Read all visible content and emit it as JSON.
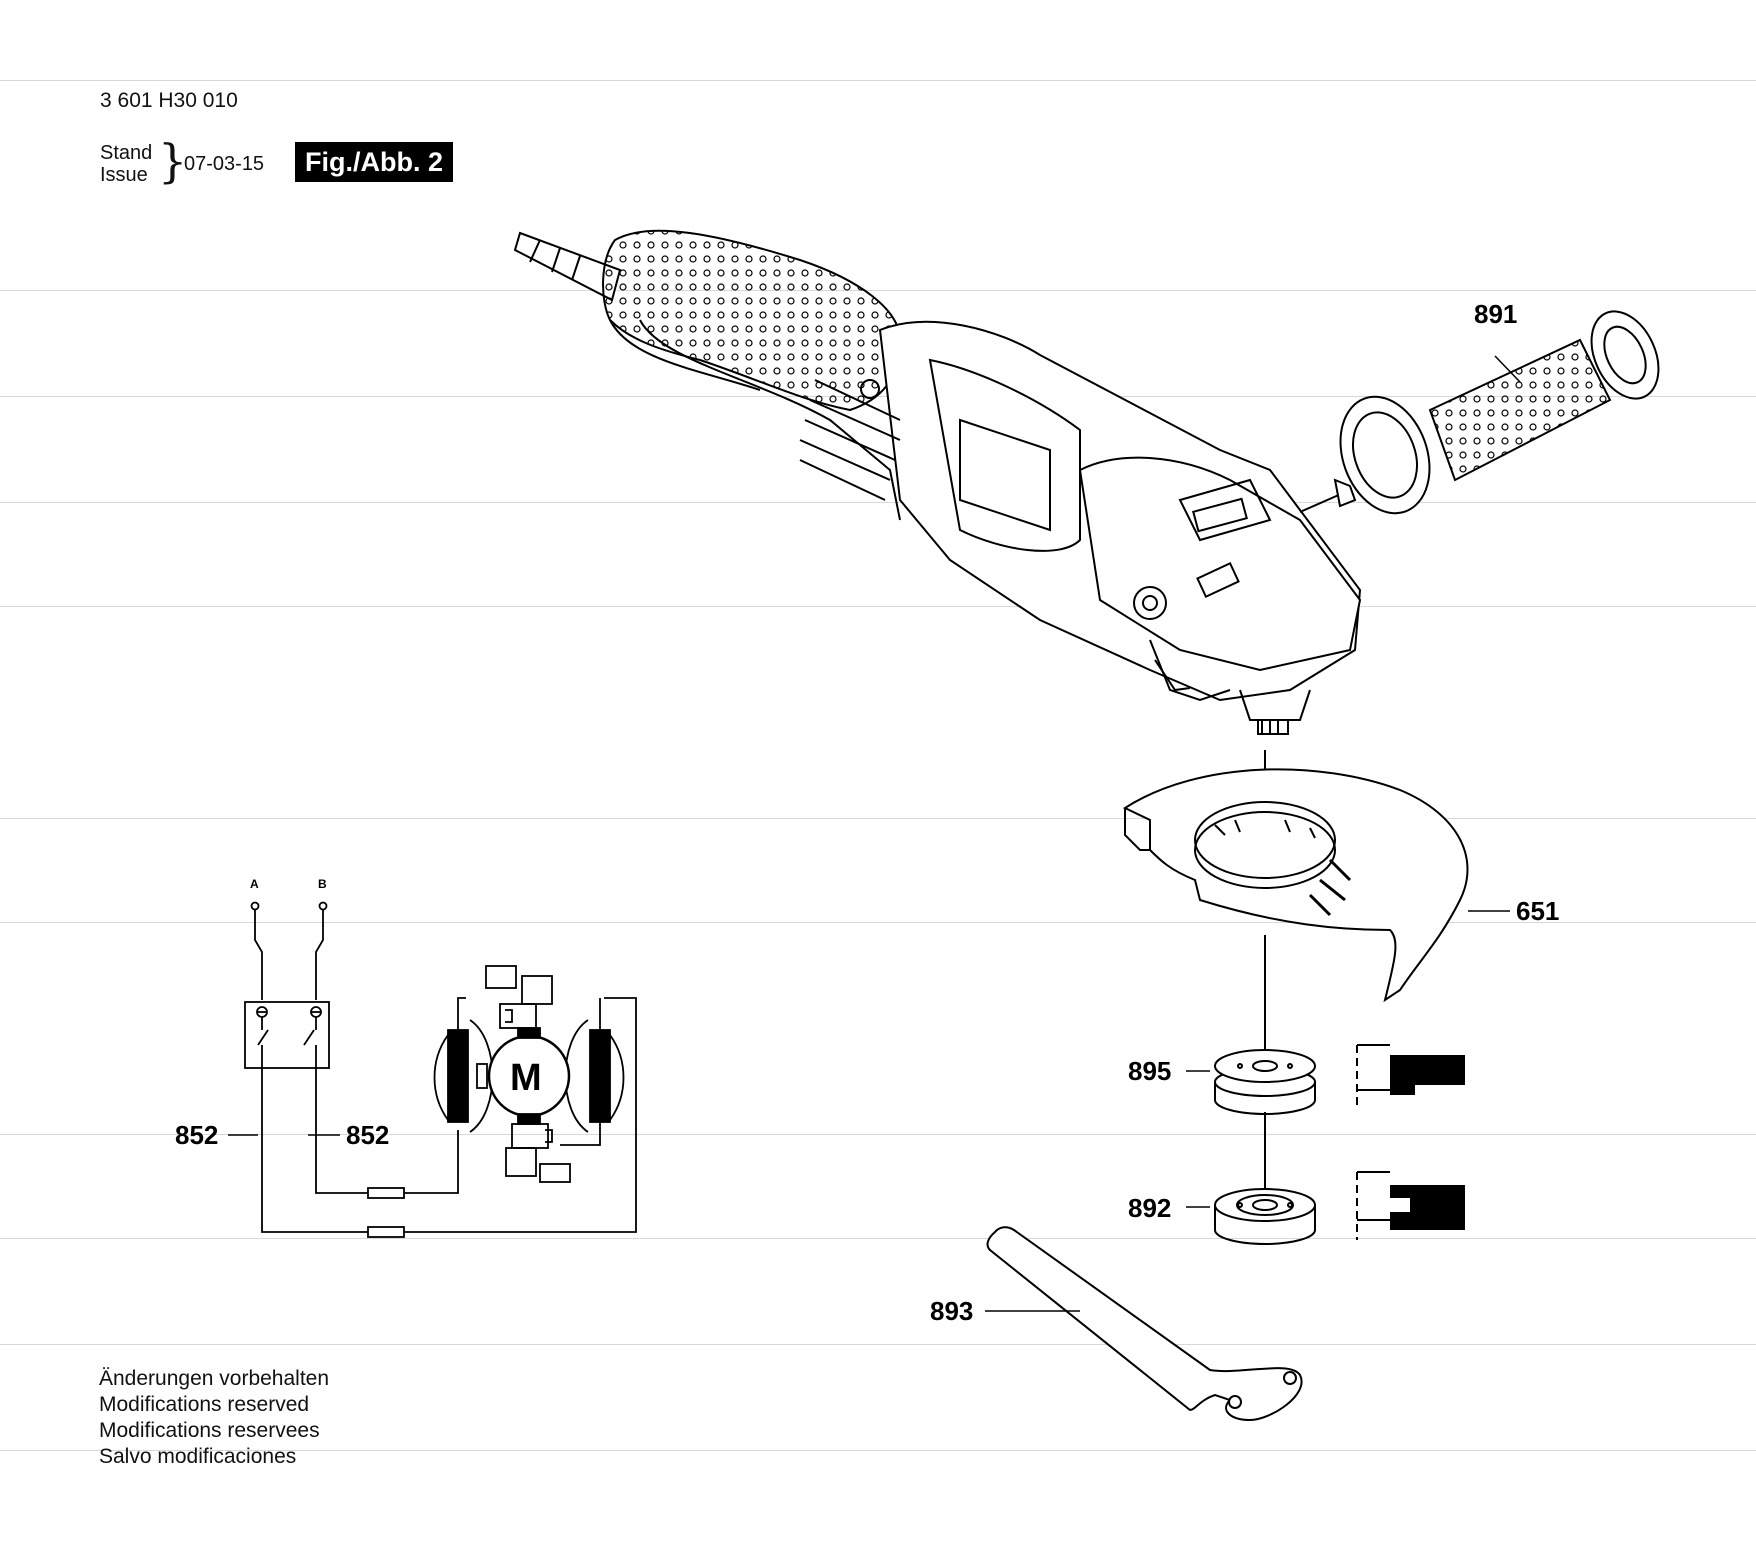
{
  "header": {
    "part_number": "3 601 H30 010",
    "stand_label": "Stand",
    "issue_label": "Issue",
    "brace": "}",
    "date": "07-03-15",
    "figure_label": "Fig./Abb. 2"
  },
  "callouts": {
    "handle": "891",
    "guard": "651",
    "flange": "895",
    "nut": "892",
    "wrench": "893",
    "cable_left": "852",
    "cable_right": "852"
  },
  "schematic": {
    "terminal_a": "A",
    "terminal_b": "B",
    "motor": "M"
  },
  "footer": {
    "line1": "Änderungen vorbehalten",
    "line2": "Modifications reserved",
    "line3": "Modifications reservees",
    "line4": "Salvo modificaciones"
  }
}
